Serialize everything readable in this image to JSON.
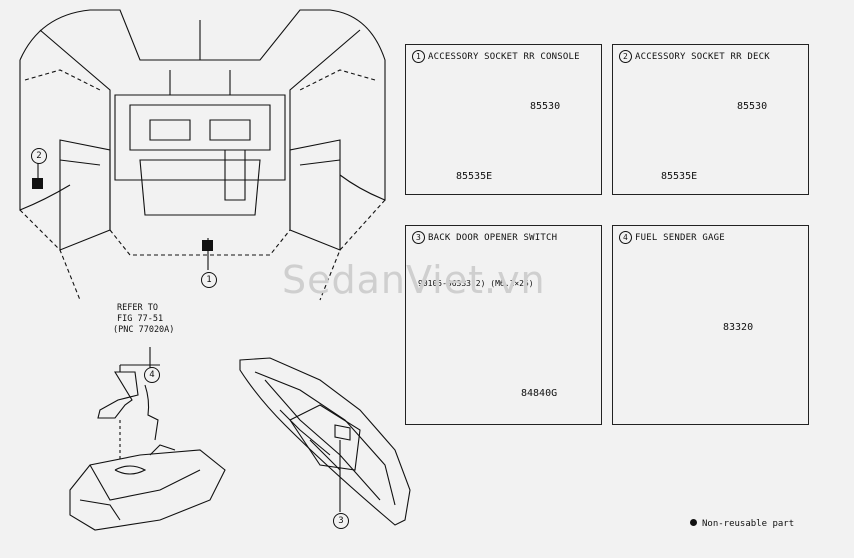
{
  "panels": [
    {
      "num": "1",
      "title": "ACCESSORY SOCKET RR CONSOLE",
      "parts": [
        "85530",
        "85535E"
      ]
    },
    {
      "num": "2",
      "title": "ACCESSORY SOCKET RR DECK",
      "parts": [
        "85530",
        "85535E"
      ]
    },
    {
      "num": "3",
      "title": "BACK DOOR OPENER SWITCH",
      "parts": [
        "90105-06333(2) (M6.1×25)",
        "84840G"
      ]
    },
    {
      "num": "4",
      "title": "FUEL SENDER GAGE",
      "parts": [
        "83320"
      ]
    }
  ],
  "refer": {
    "line1": "REFER TO",
    "line2": "FIG 77-51",
    "line3": "(PNC 77020A)"
  },
  "callouts": [
    "1",
    "2",
    "3",
    "4"
  ],
  "legend": "Non-reusable part",
  "watermark": "SedanViet.vn"
}
